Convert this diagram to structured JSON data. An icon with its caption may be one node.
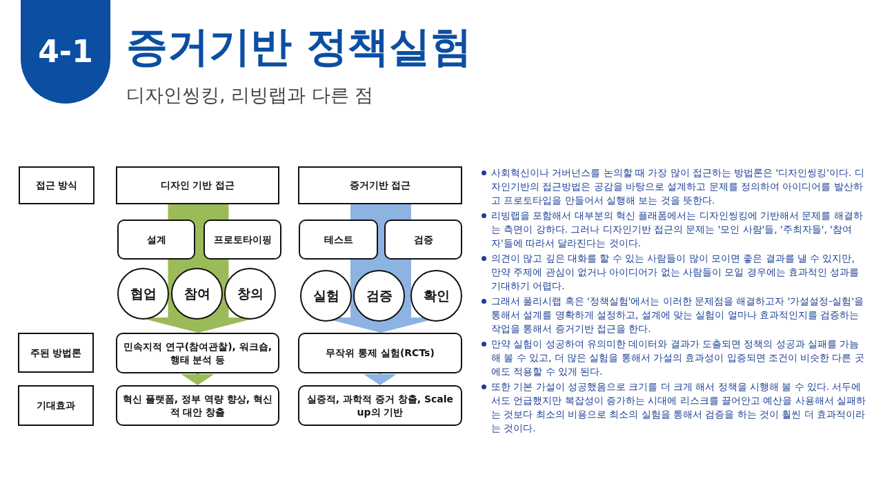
{
  "diagram": {
    "title": "증거기반 정책실험",
    "nodes": [
      {
        "text": [
          "4-1"
        ]
      },
      {
        "text": [
          "접근 방식"
        ]
      },
      {
        "text": [
          "디자인 기반 접근"
        ]
      },
      {
        "text": [
          "증거기반 접근"
        ]
      },
      {
        "text": [
          "설계"
        ]
      },
      {
        "text": [
          "프로토타이핑"
        ]
      },
      {
        "text": [
          "테스트"
        ]
      },
      {
        "text": [
          "검증"
        ]
      },
      {
        "text": [
          "협업"
        ]
      },
      {
        "text": [
          "참여"
        ]
      },
      {
        "text": [
          "창의"
        ]
      },
      {
        "text": [
          "실험"
        ]
      },
      {
        "text": [
          "검증"
        ]
      },
      {
        "text": [
          "확인"
        ]
      },
      {
        "text": [
          "주된 방법론"
        ]
      },
      {
        "text": [
          "민속지적 연구(참여관찰), 워크숍, 행태 분석 등"
        ]
      },
      {
        "text": [
          "무작위 통제 실험(RCTs)"
        ]
      },
      {
        "text": [
          "기대효과"
        ]
      },
      {
        "text": [
          "혁신 플랫폼, 정부 역량 향상, 혁신적 대안 창출"
        ]
      },
      {
        "text": [
          "실증적, 과학적 증거 창출, Scale up의 기반"
        ]
      }
    ],
    "edges": [
      {
        "from": 2,
        "to": 15,
        "arrow": "to",
        "style": "thick",
        "color": "#9bbb59"
      },
      {
        "from": 15,
        "to": 18,
        "arrow": "to",
        "color": "#9bbb59"
      },
      {
        "from": 3,
        "to": 16,
        "arrow": "to",
        "style": "thick",
        "color": "#8db3e2"
      },
      {
        "from": 16,
        "to": 19,
        "arrow": "to",
        "color": "#8db3e2"
      }
    ],
    "labels": [
      "디자인씽킹, 리빙랩과 다른 점",
      "사회혁신이나 거버넌스를 논의할 때 가장 많이 접근하는 방법론은 '디자인씽킹'이다. 디자인기반의 접근방법은 공감을 바탕으로 설계하고 문제를 정의하여 아이디어를 발산하고 프로토타입을 만들어서 실행해 보는 것을 뜻한다.",
      "리빙랩을 포함해서 대부분의 혁신 플래폼에서는 디자인씽킹에 기반해서 문제를 해결하는 측면이 강하다. 그러나 디자인기반 접근의 문제는 '모인 사람'들, '주최자들', '참여자'들에 따라서 달라진다는 것이다.",
      "의견이 많고 깊은 대화를 할 수 있는 사람들이 많이 모이면 좋은 결과를 낼 수 있지만, 만약 주제에 관심이 없거나 아이디어가 없는 사람들이 모일 경우에는 효과적인 성과를 기대하기 어렵다.",
      "그래서 폴리시랩 혹은 '정책실험'에서는 이러한 문제점을 해결하고자 '가설설정-실험'을 통해서 설계를 명확하게 설정하고, 설계에 맞는 실험이 얼마나 효과적인지를 검증하는 작업을 통해서 증거기반 접근을 한다.",
      "만약 실험이 성공하여 유의미한 데이터와 결과가 도출되면 정책의 성공과 실패를 가늠해 볼 수 있고, 더 많은 실험을 통해서 가설의 효과성이 입증되면 조건이 비슷한 다른 곳에도 적용할 수 있게 된다.",
      "또한 기본 가설이 성공했음으로 크기를 더 크게 해서 정책을 시행해 볼 수 있다. 서두에서도 언급했지만 복잡성이 증가하는 시대에 리스크를 끌어안고 예산을 사용해서 실패하는 것보다 최소의 비용으로 최소의 실험을 통해서 검증을 하는 것이 훨씬 더 효과적이라는 것이다."
    ]
  }
}
